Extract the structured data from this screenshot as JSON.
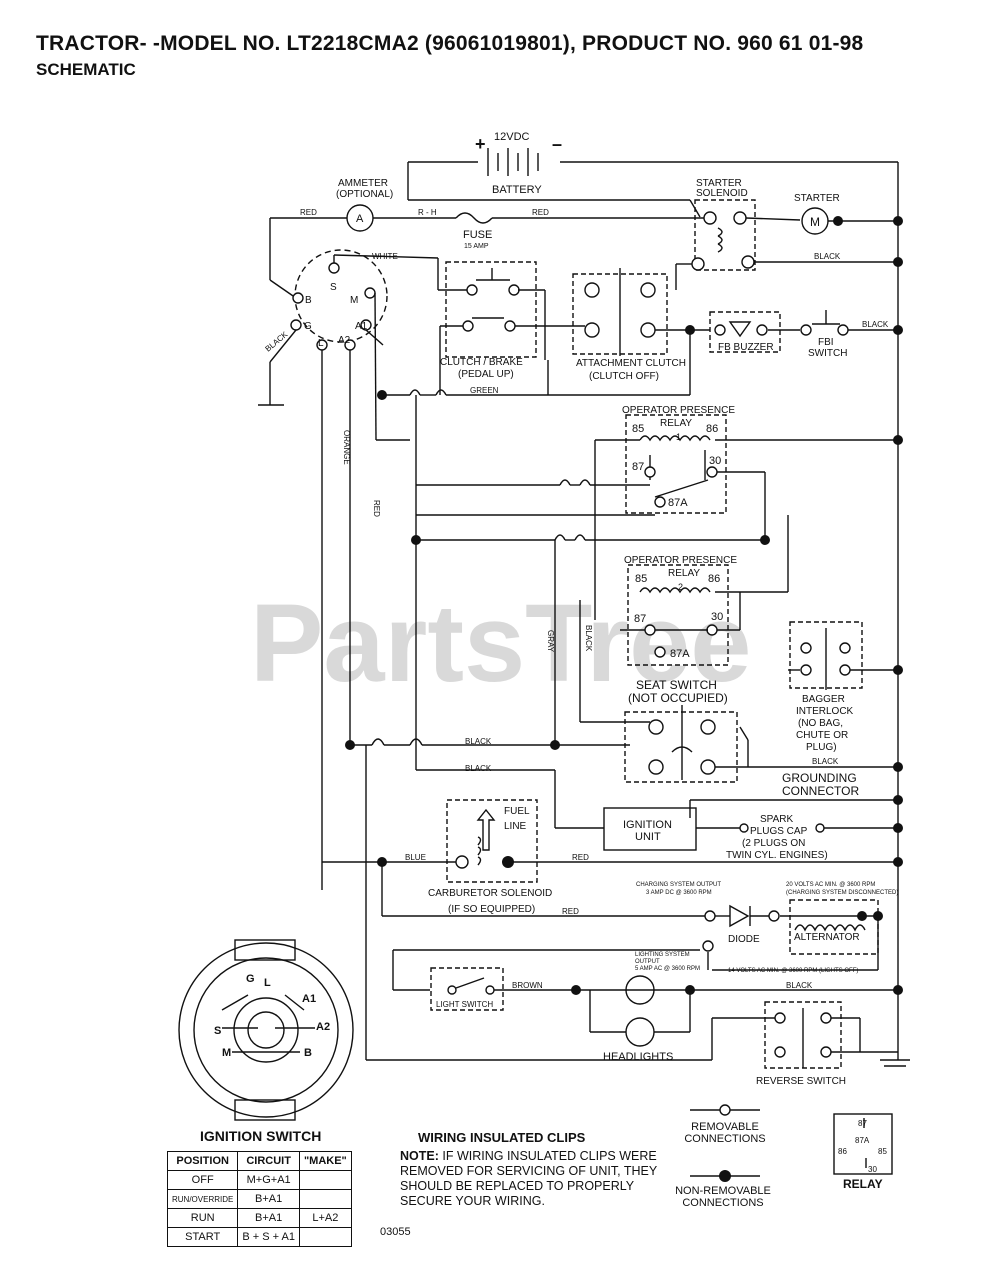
{
  "header": {
    "title": "TRACTOR- -MODEL NO. LT2218CMA2 (96061019801), PRODUCT NO. 960 61 01-98",
    "subtitle": "SCHEMATIC"
  },
  "watermark": "PartsTree",
  "components": {
    "battery": {
      "voltage": "12VDC",
      "label": "BATTERY",
      "plus": "+",
      "minus": "–"
    },
    "ammeter": {
      "label": "AMMETER",
      "sub": "(OPTIONAL)",
      "symbol": "A"
    },
    "fuse": {
      "label": "FUSE",
      "rating": "15 AMP"
    },
    "starter_solenoid": {
      "line1": "STARTER",
      "line2": "SOLENOID"
    },
    "starter": {
      "label": "STARTER",
      "symbol": "M"
    },
    "clutch_brake": {
      "line1": "CLUTCH / BRAKE",
      "line2": "(PEDAL UP)"
    },
    "attachment_clutch": {
      "line1": "ATTACHMENT CLUTCH",
      "line2": "(CLUTCH OFF)"
    },
    "fb_buzzer": "FB BUZZER",
    "fbi_switch": {
      "line1": "FBI",
      "line2": "SWITCH"
    },
    "relay1": {
      "line1": "OPERATOR PRESENCE",
      "line2": "RELAY",
      "num": "1",
      "t85": "85",
      "t86": "86",
      "t87": "87",
      "t30": "30",
      "t87a": "87A"
    },
    "relay2": {
      "line1": "OPERATOR PRESENCE",
      "line2": "RELAY",
      "num": "2",
      "t85": "85",
      "t86": "86",
      "t87": "87",
      "t30": "30",
      "t87a": "87A"
    },
    "seat_switch": {
      "line1": "SEAT SWITCH",
      "line2": "(NOT OCCUPIED)"
    },
    "bagger_interlock": {
      "lines": [
        "BAGGER",
        "INTERLOCK",
        "(NO BAG,",
        "CHUTE OR",
        "PLUG)"
      ]
    },
    "grounding_connector": {
      "line1": "GROUNDING",
      "line2": "CONNECTOR"
    },
    "fuel_line": {
      "line1": "FUEL",
      "line2": "LINE"
    },
    "ignition_unit": {
      "line1": "IGNITION",
      "line2": "UNIT"
    },
    "spark_plugs": {
      "lines": [
        "SPARK",
        "PLUGS CAP",
        "(2 PLUGS ON",
        "TWIN CYL. ENGINES)"
      ]
    },
    "carburetor_solenoid": {
      "line1": "CARBURETOR SOLENOID",
      "line2": "(IF SO EQUIPPED)"
    },
    "charging_output": {
      "line1": "CHARGING SYSTEM OUTPUT",
      "line2": "3 AMP DC @ 3600 RPM"
    },
    "charging_disconnected": {
      "line1": "20 VOLTS AC MIN. @ 3600 RPM",
      "line2": "(CHARGING SYSTEM DISCONNECTED)"
    },
    "diode": "DIODE",
    "alternator": "ALTERNATOR",
    "lighting_output": {
      "line1": "LIGHTING SYSTEM",
      "line2": "OUTPUT",
      "line3": "5 AMP AC @ 3600 RPM"
    },
    "lighting_volts": "14 VOLTS AC MIN. @ 3600 RPM (LIGHTS OFF)",
    "light_switch": "LIGHT SWITCH",
    "headlights": "HEADLIGHTS",
    "reverse_switch": "REVERSE SWITCH",
    "ignition_terminals": {
      "s": "S",
      "b": "B",
      "m": "M",
      "g": "G",
      "a1": "A1",
      "l": "L",
      "a2": "A2"
    }
  },
  "wires": {
    "red": "RED",
    "rh": "R - H",
    "white": "WHITE",
    "black": "BLACK",
    "green": "GREEN",
    "orange": "ORANGE",
    "gray": "GRAY",
    "blue": "BLUE",
    "brown": "BROWN"
  },
  "ignition_switch": {
    "title": "IGNITION SWITCH",
    "headers": [
      "POSITION",
      "CIRCUIT",
      "\"MAKE\""
    ],
    "rows": [
      [
        "OFF",
        "M+G+A1",
        ""
      ],
      [
        "RUN/OVERRIDE",
        "B+A1",
        ""
      ],
      [
        "RUN",
        "B+A1",
        "L+A2"
      ],
      [
        "START",
        "B + S + A1",
        ""
      ]
    ],
    "face_labels": {
      "g": "G",
      "l": "L",
      "a1": "A1",
      "s": "S",
      "a2": "A2",
      "m": "M",
      "b": "B"
    }
  },
  "clips": {
    "title": "WIRING INSULATED CLIPS",
    "note_bold": "NOTE:",
    "note_text": " IF WIRING INSULATED CLIPS WERE REMOVED FOR SERVICING OF UNIT, THEY SHOULD BE REPLACED TO PROPERLY SECURE YOUR WIRING."
  },
  "legend": {
    "removable": {
      "line1": "REMOVABLE",
      "line2": "CONNECTIONS"
    },
    "nonremovable": {
      "line1": "NON-REMOVABLE",
      "line2": "CONNECTIONS"
    }
  },
  "relay_legend": {
    "label": "RELAY",
    "t87": "87",
    "t87a": "87A",
    "t86": "86",
    "t85": "85",
    "t30": "30"
  },
  "drawing_code": "03055"
}
